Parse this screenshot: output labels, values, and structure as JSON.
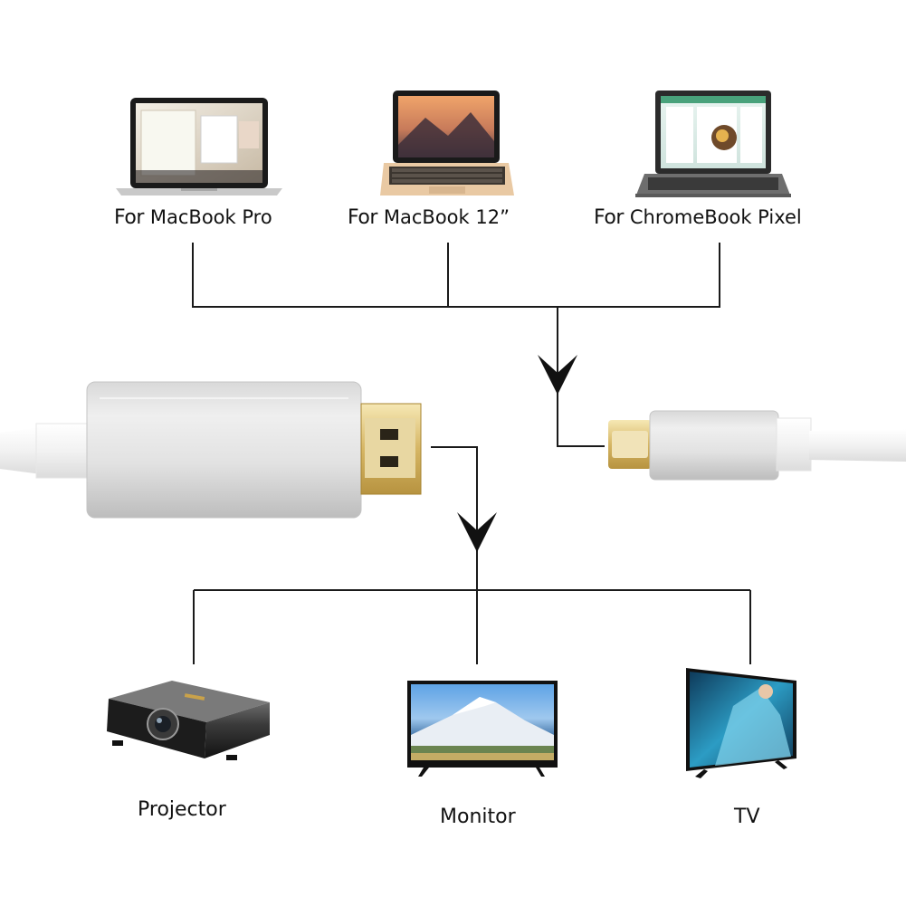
{
  "sources": [
    {
      "prefix": "For",
      "name": "MacBook Pro"
    },
    {
      "prefix": "For",
      "name": "MacBook 12”"
    },
    {
      "prefix": "For",
      "name": "ChromeBook Pixel"
    }
  ],
  "outputs": [
    {
      "name": "Projector"
    },
    {
      "name": "Monitor"
    },
    {
      "name": "TV"
    }
  ]
}
